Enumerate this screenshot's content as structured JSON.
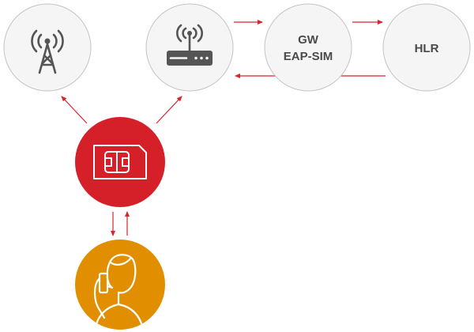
{
  "nodes": {
    "tower": {
      "icon": "cell-tower-icon"
    },
    "router": {
      "icon": "wifi-router-icon"
    },
    "gw": {
      "label_line1": "GW",
      "label_line2": "EAP-SIM"
    },
    "hlr": {
      "label": "HLR"
    },
    "sim": {
      "icon": "sim-card-icon"
    },
    "user": {
      "icon": "user-on-phone-icon"
    }
  },
  "colors": {
    "node_fill": "#f5f5f5",
    "node_stroke": "#c4c4c4",
    "arrow": "#d9232d",
    "sim_fill": "#d52029",
    "user_fill": "#e18f00",
    "text": "#4a4a4a",
    "icon": "#555555"
  }
}
